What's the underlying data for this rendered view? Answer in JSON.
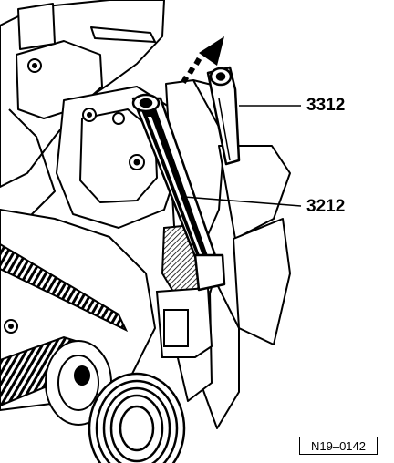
{
  "labels": {
    "tool_upper": "3312",
    "tool_lower": "3212"
  },
  "figure_ref": "N19–0142",
  "colors": {
    "ink": "#000000",
    "paper": "#ffffff",
    "shade": "#6b6b6b"
  },
  "icons": {
    "direction": "arrow-up-right-icon"
  }
}
